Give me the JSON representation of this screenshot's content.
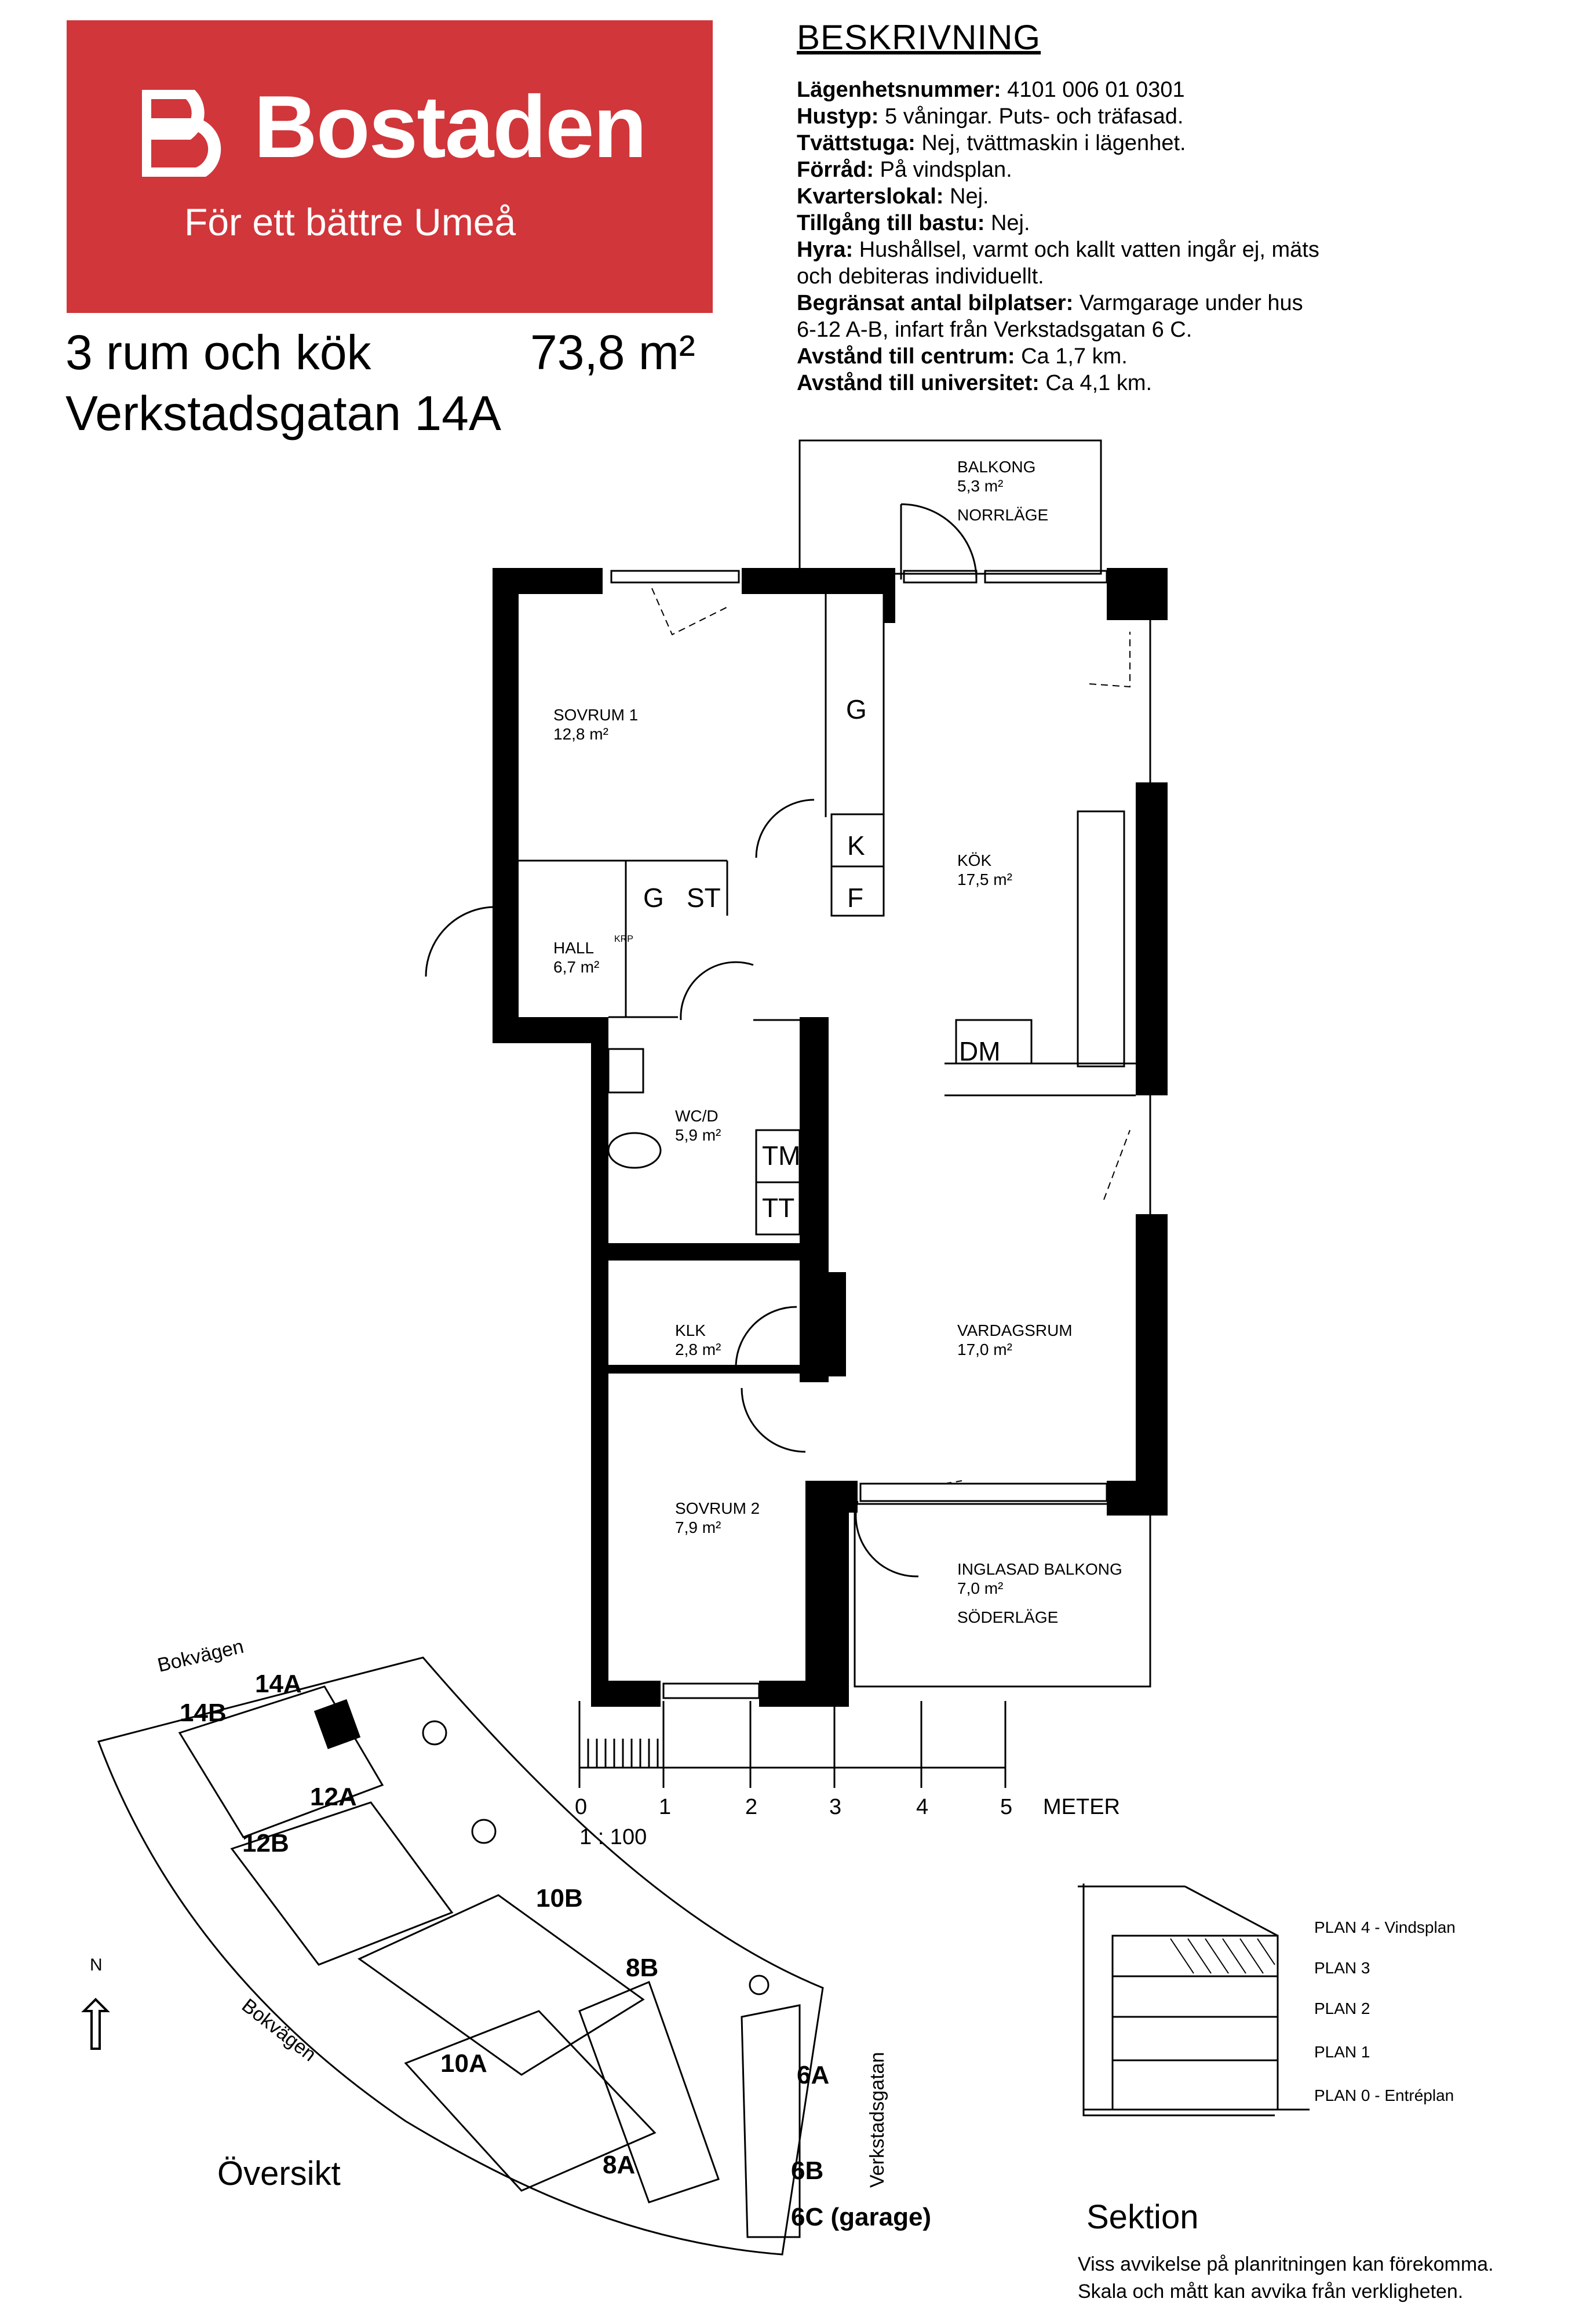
{
  "logo": {
    "name": "Bostaden",
    "tagline": "För ett bättre Umeå"
  },
  "apartment": {
    "rooms": "3 rum och kök",
    "area": "73,8 m²",
    "address": "Verkstadsgatan 14A"
  },
  "description": {
    "title": "BESKRIVNING",
    "lines": [
      {
        "label": "Lägenhetsnummer:",
        "value": " 4101 006 01 0301"
      },
      {
        "label": "Hustyp:",
        "value": " 5 våningar. Puts- och träfasad."
      },
      {
        "label": "Tvättstuga:",
        "value": " Nej, tvättmaskin i lägenhet."
      },
      {
        "label": "Förråd:",
        "value": " På vindsplan."
      },
      {
        "label": "Kvarterslokal:",
        "value": " Nej."
      },
      {
        "label": "Tillgång till bastu:",
        "value": " Nej."
      },
      {
        "label": "Hyra:",
        "value": " Hushållsel, varmt och kallt vatten ingår ej, mäts"
      },
      {
        "label": "",
        "value": "och debiteras individuellt."
      },
      {
        "label": "Begränsat antal bilplatser:",
        "value": " Varmgarage under hus"
      },
      {
        "label": "",
        "value": "6-12 A-B, infart från Verkstadsgatan 6 C."
      },
      {
        "label": "Avstånd till centrum:",
        "value": " Ca 1,7 km."
      },
      {
        "label": "Avstånd till universitet:",
        "value": " Ca 4,1 km."
      }
    ]
  },
  "rooms": {
    "balkong": {
      "name": "BALKONG",
      "area": "5,3 m²",
      "orient": "NORRLÄGE"
    },
    "sovrum1": {
      "name": "SOVRUM 1",
      "area": "12,8 m²"
    },
    "kok": {
      "name": "KÖK",
      "area": "17,5 m²"
    },
    "hall": {
      "name": "HALL",
      "area": "6,7 m²",
      "krp": "KRP"
    },
    "wcd": {
      "name": "WC/D",
      "area": "5,9 m²"
    },
    "klk": {
      "name": "KLK",
      "area": "2,8 m²"
    },
    "vardagsrum": {
      "name": "VARDAGSRUM",
      "area": "17,0 m²"
    },
    "sovrum2": {
      "name": "SOVRUM 2",
      "area": "7,9 m²"
    },
    "inglasad": {
      "name": "INGLASAD BALKONG",
      "area": "7,0 m²",
      "orient": "SÖDERLÄGE"
    }
  },
  "fixtures": {
    "g1": "G",
    "k": "K",
    "f": "F",
    "g2": "G",
    "st": "ST",
    "dm": "DM",
    "tm": "TM",
    "tt": "TT"
  },
  "scale": {
    "ticks": [
      "0",
      "1",
      "2",
      "3",
      "4",
      "5"
    ],
    "unit": "METER",
    "ratio": "1 : 100"
  },
  "site": {
    "title": "Översikt",
    "north": "N",
    "streets": [
      "Bokvägen",
      "Bokvägen",
      "Verkstadsgatan"
    ],
    "buildings": [
      "14A",
      "14B",
      "12A",
      "12B",
      "10B",
      "8B",
      "10A",
      "6A",
      "8A",
      "6B",
      "6C (garage)"
    ]
  },
  "section": {
    "title": "Sektion",
    "plans": [
      "PLAN 4 - Vindsplan",
      "PLAN 3",
      "PLAN 2",
      "PLAN 1",
      "PLAN 0 - Entréplan"
    ]
  },
  "disclaimer": [
    "Viss avvikelse på planritningen kan förekomma.",
    "Skala och mått kan avvika från verkligheten."
  ]
}
